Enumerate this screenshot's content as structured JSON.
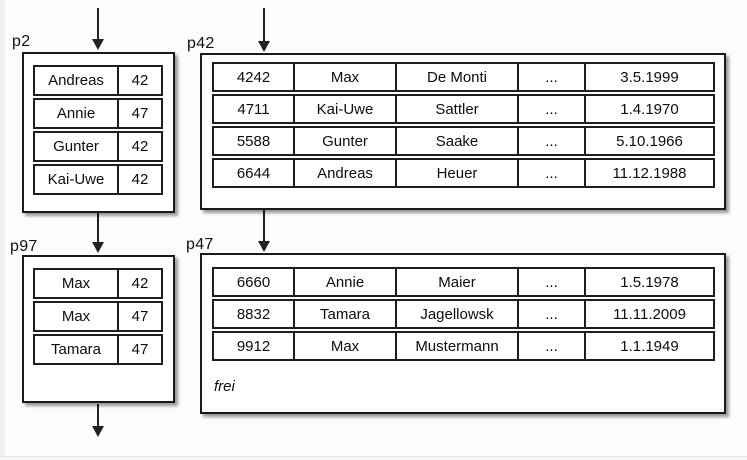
{
  "colors": {
    "line": "#1a1a1a",
    "background": "#fcfcfc",
    "box_fill": "#ffffff"
  },
  "index_pages": {
    "p2": {
      "label": "p2",
      "rows": [
        {
          "name": "Andreas",
          "value": "42"
        },
        {
          "name": "Annie",
          "value": "47"
        },
        {
          "name": "Gunter",
          "value": "42"
        },
        {
          "name": "Kai-Uwe",
          "value": "42"
        }
      ]
    },
    "p97": {
      "label": "p97",
      "rows": [
        {
          "name": "Max",
          "value": "42"
        },
        {
          "name": "Max",
          "value": "47"
        },
        {
          "name": "Tamara",
          "value": "47"
        }
      ]
    }
  },
  "data_pages": {
    "p42": {
      "label": "p42",
      "rows": [
        {
          "id": "4242",
          "first_name": "Max",
          "last_name": "De Monti",
          "more": "...",
          "date": "3.5.1999"
        },
        {
          "id": "4711",
          "first_name": "Kai-Uwe",
          "last_name": "Sattler",
          "more": "...",
          "date": "1.4.1970"
        },
        {
          "id": "5588",
          "first_name": "Gunter",
          "last_name": "Saake",
          "more": "...",
          "date": "5.10.1966"
        },
        {
          "id": "6644",
          "first_name": "Andreas",
          "last_name": "Heuer",
          "more": "...",
          "date": "11.12.1988"
        }
      ]
    },
    "p47": {
      "label": "p47",
      "rows": [
        {
          "id": "6660",
          "first_name": "Annie",
          "last_name": "Maier",
          "more": "...",
          "date": "1.5.1978"
        },
        {
          "id": "8832",
          "first_name": "Tamara",
          "last_name": "Jagellowsk",
          "more": "...",
          "date": "11.11.2009"
        },
        {
          "id": "9912",
          "first_name": "Max",
          "last_name": "Mustermann",
          "more": "...",
          "date": "1.1.1949"
        }
      ],
      "free_label": "frei"
    }
  }
}
